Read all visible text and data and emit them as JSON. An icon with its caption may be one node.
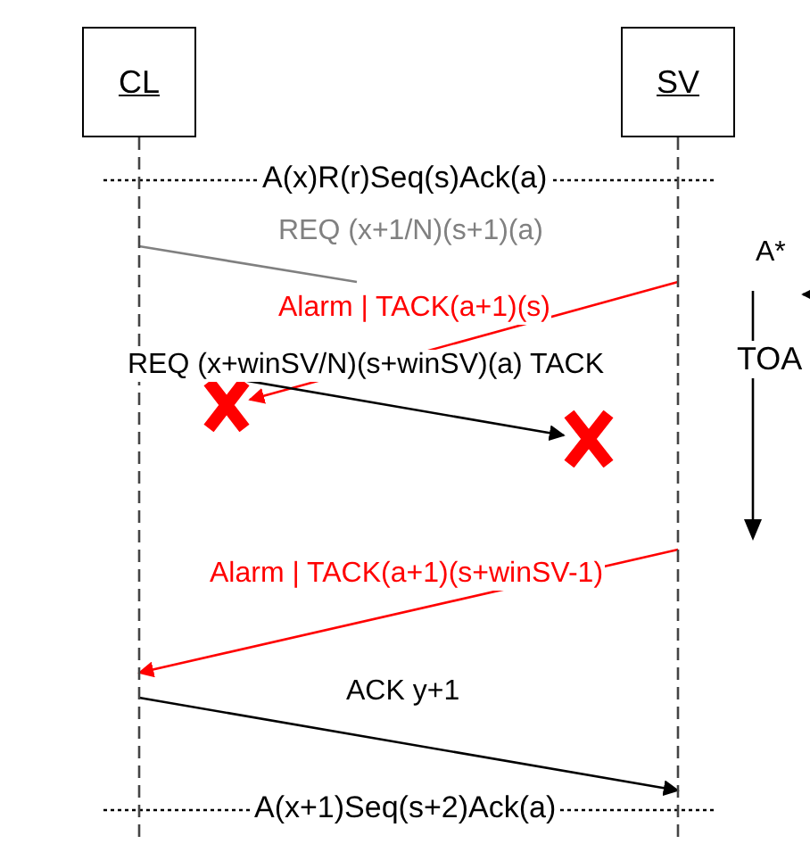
{
  "diagram": {
    "nodes": [
      {
        "text": [
          "CL"
        ]
      },
      {
        "text": [
          "SV"
        ]
      },
      {
        "text": [],
        "shape": "cross"
      },
      {
        "text": [],
        "shape": "cross"
      },
      {
        "text": [
          "TOA"
        ]
      }
    ],
    "edges": [
      {
        "from": 0,
        "to": null,
        "arrow": "none",
        "label": "REQ (x+1/N)(s+1)(a)",
        "color": "#808080"
      },
      {
        "from": null,
        "to": 4,
        "arrow": "to",
        "label": "A*"
      },
      {
        "from": 1,
        "to": 2,
        "arrow": "to",
        "label": "Alarm | TACK(a+1)(s)",
        "color": "#ff0000"
      },
      {
        "from": 0,
        "to": 3,
        "arrow": "to",
        "label": "REQ (x+winSV/N)(s+winSV)(a) TACK"
      },
      {
        "from": 1,
        "to": 0,
        "arrow": "to",
        "label": "Alarm | TACK(a+1)(s+winSV-1)",
        "color": "#ff0000"
      },
      {
        "from": 0,
        "to": 1,
        "arrow": "to",
        "label": "ACK y+1"
      }
    ],
    "labels": [
      "A(x)R(r)Seq(s)Ack(a)",
      "A(x+1)Seq(s+2)Ack(a)"
    ]
  }
}
